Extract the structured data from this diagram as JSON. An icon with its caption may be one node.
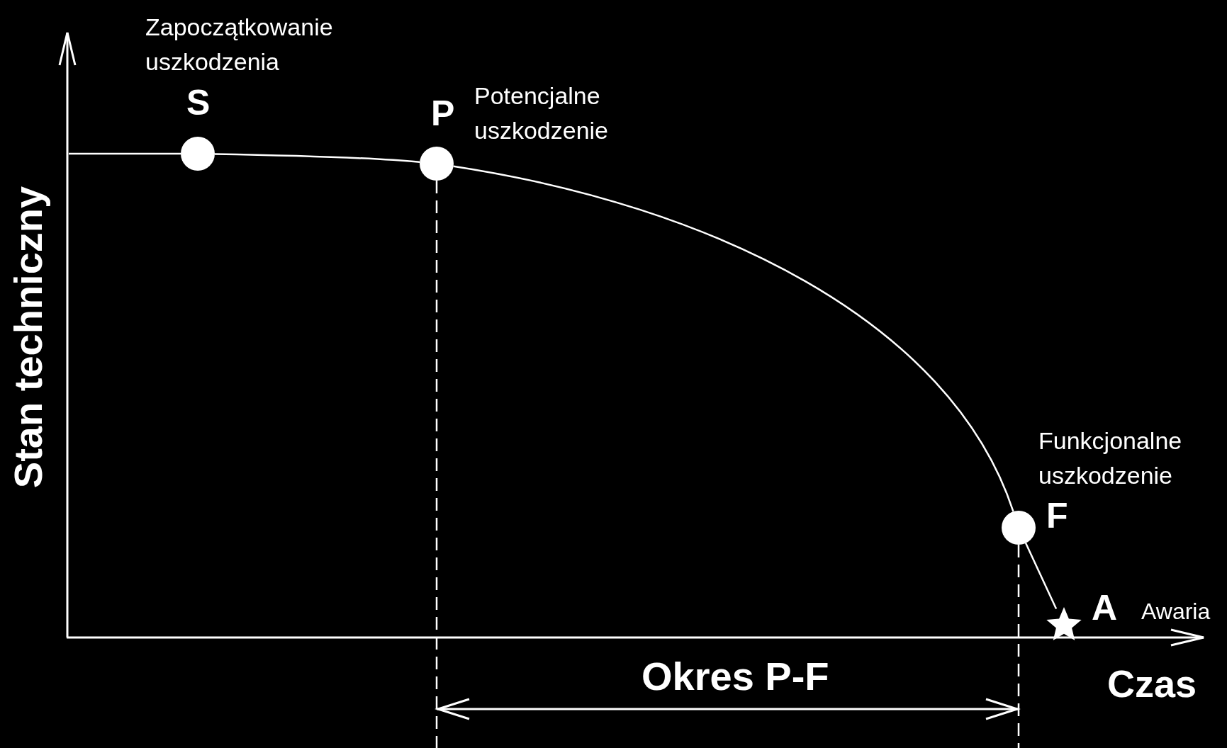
{
  "diagram": {
    "nodes": [
      {
        "text": [],
        "shape": "circle",
        "beside": [
          "S",
          "Zapoczątkowanie uszkodzenia"
        ]
      },
      {
        "text": [],
        "shape": "circle",
        "beside": [
          "P",
          "Potencjalne uszkodzenie"
        ]
      },
      {
        "text": [],
        "shape": "circle",
        "beside": [
          "F",
          "Funkcjonalne uszkodzenie"
        ]
      },
      {
        "text": [],
        "shape": "star",
        "beside": [
          "A",
          "Awaria"
        ]
      }
    ],
    "edges": [
      {
        "from": null,
        "to": 0,
        "arrow": "none"
      },
      {
        "from": 0,
        "to": 1,
        "arrow": "none"
      },
      {
        "from": 1,
        "to": 2,
        "arrow": "none"
      },
      {
        "from": 2,
        "to": 3,
        "arrow": "none"
      }
    ],
    "labels": [
      "Stan techniczny",
      "Czas",
      "Okres P-F"
    ]
  }
}
